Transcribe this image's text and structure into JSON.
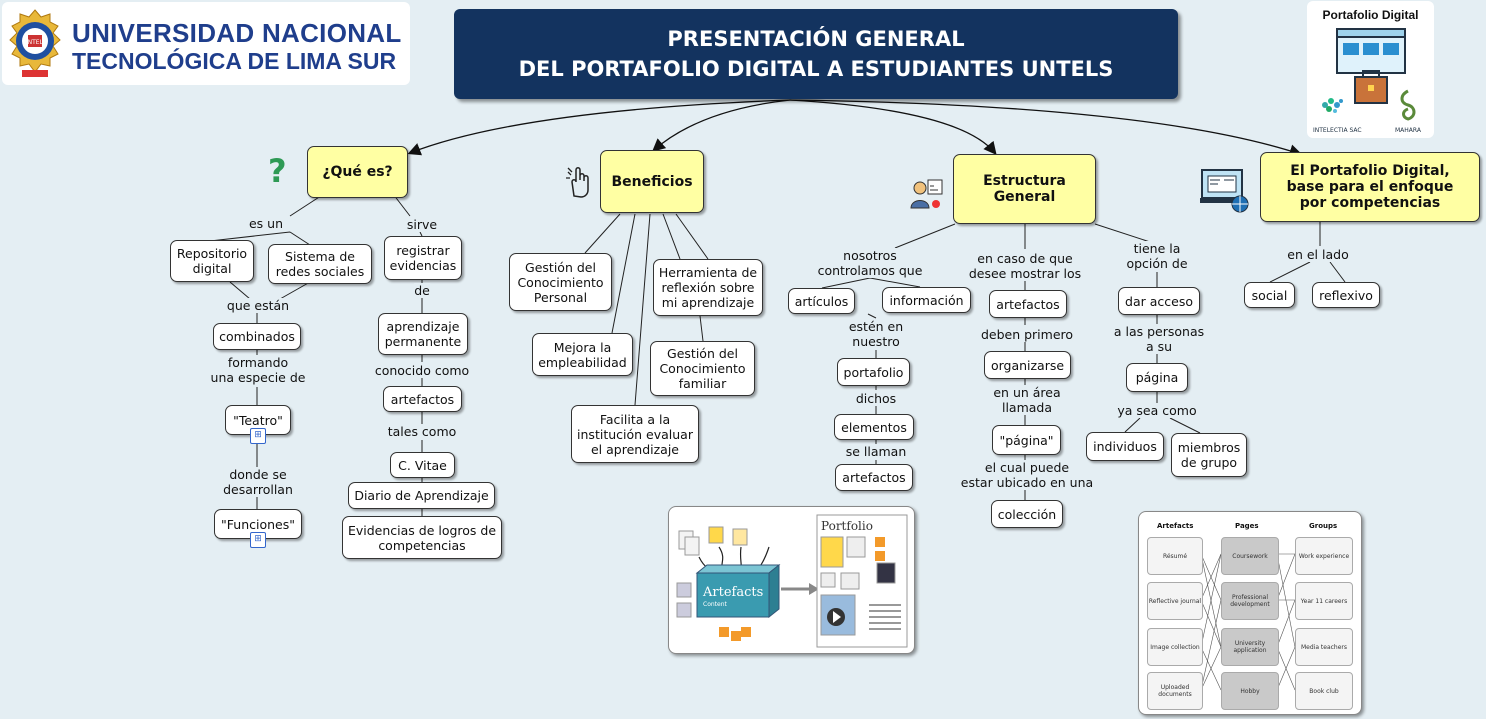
{
  "header": {
    "university_line1": "UNIVERSIDAD NACIONAL",
    "university_line2": "TECNOLÓGICA DE LIMA SUR",
    "title_line1": "PRESENTACIÓN GENERAL",
    "title_line2": "DEL PORTAFOLIO DIGITAL A ESTUDIANTES UNTELS",
    "logo_title": "Portafolio Digital",
    "logo_left": "INTELECTIA SAC",
    "logo_right": "MAHARA"
  },
  "que_es": {
    "title": "¿Qué es?",
    "l_es_un": "es un",
    "l_sirve": "sirve",
    "repositorio": "Repositorio\ndigital",
    "sistema": "Sistema de\nredes sociales",
    "l_que_estan": "que están",
    "combinados": "combinados",
    "l_formando": "formando\nuna especie de",
    "teatro": "\"Teatro\"",
    "l_donde": "donde se\ndesarrollan",
    "funciones": "\"Funciones\"",
    "registrar": "registrar\nevidencias",
    "l_de": "de",
    "aprendizaje": "aprendizaje\npermanente",
    "l_conocido": "conocido como",
    "artefactos": "artefactos",
    "l_tales": "tales como",
    "cvitae": "C. Vitae",
    "diario": "Diario de Aprendizaje",
    "evidencias": "Evidencias de logros de\ncompetencias"
  },
  "beneficios": {
    "title": "Beneficios",
    "gestion_conocimiento": "Gestión del\nConocimiento\nPersonal",
    "empleabilidad": "Mejora la\nempleabilidad",
    "facilita": "Facilita a la\ninstitución evaluar\nel aprendizaje",
    "herramienta": "Herramienta de\nreflexión sobre\nmi aprendizaje",
    "gestion_familiar": "Gestión del\nConocimiento\nfamiliar"
  },
  "estructura": {
    "title": "Estructura\nGeneral",
    "l_nosotros": "nosotros\ncontrolamos que",
    "articulos": "artículos",
    "informacion": "información",
    "l_esten": "estén en\nnuestro",
    "portafolio": "portafolio",
    "l_dichos": "dichos",
    "elementos": "elementos",
    "l_se_llaman": "se llaman",
    "artefactos": "artefactos",
    "l_en_caso": "en caso de que\ndesee mostrar los",
    "artefactos2": "artefactos",
    "l_deben": "deben primero",
    "organizarse": "organizarse",
    "l_area": "en un área\nllamada",
    "pagina_q": "\"página\"",
    "l_cual": "el cual puede\nestar ubicado en una",
    "coleccion": "colección",
    "l_tiene": "tiene la\nopción de",
    "dar_acceso": "dar acceso",
    "l_personas": "a las personas\na su",
    "pagina": "página",
    "l_ya_sea": "ya sea como",
    "individuos": "individuos",
    "miembros": "miembros\nde grupo"
  },
  "enfoque": {
    "title": "El Portafolio Digital,\nbase para el enfoque\npor competencias",
    "l_lado": "en el lado",
    "social": "social",
    "reflexivo": "reflexivo"
  },
  "artefacts_image": {
    "box_label": "Artefacts",
    "box_sub": "Content",
    "portfolio_label": "Portfolio"
  },
  "groups_image": {
    "headers": [
      "Artefacts",
      "Pages",
      "Groups"
    ],
    "artefacts": [
      "Résumé",
      "Reflective\njournal",
      "Image\ncollection",
      "Uploaded\ndocuments"
    ],
    "pages": [
      "Coursework",
      "Professional\ndevelopment",
      "University\napplication",
      "Hobby"
    ],
    "groups": [
      "Work\nexperience",
      "Year 11 careers",
      "Media teachers",
      "Book club"
    ]
  },
  "colors": {
    "background": "#e4eef3",
    "title_bg": "#13335f",
    "main_node": "#ffffa3",
    "university_blue": "#1f3e8c"
  }
}
